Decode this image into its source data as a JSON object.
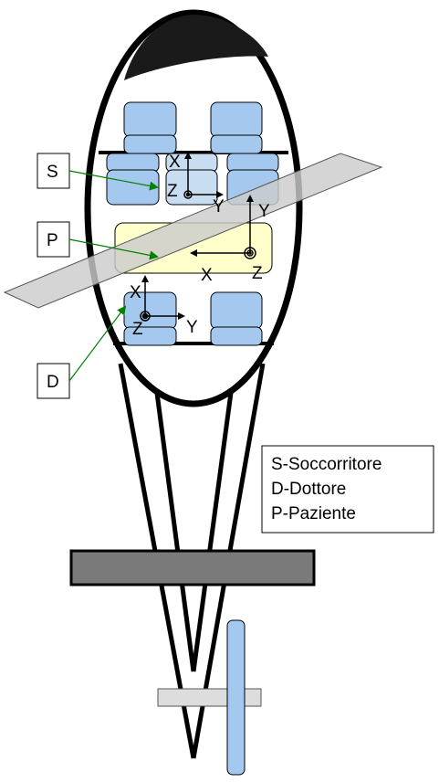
{
  "callouts": {
    "s": "S",
    "p": "P",
    "d": "D"
  },
  "axes": {
    "s": {
      "x": "X",
      "y": "Y",
      "z": "Z",
      "extra_y": "Y"
    },
    "p": {
      "x": "X",
      "z": "Z"
    },
    "d": {
      "x": "X",
      "y": "Y",
      "z": "Z"
    }
  },
  "legend": {
    "line1": "S-Soccorritore",
    "line2": "D-Dottore",
    "line3": "P-Paziente"
  },
  "colors": {
    "seat": "#a4c8ee",
    "seat_highlight": "#c8dcf2",
    "stretcher": "#ffffcc",
    "plane": "#cccccc",
    "rotor": "#7a7a7a",
    "arrow_green": "#008000",
    "outline": "#000000"
  }
}
